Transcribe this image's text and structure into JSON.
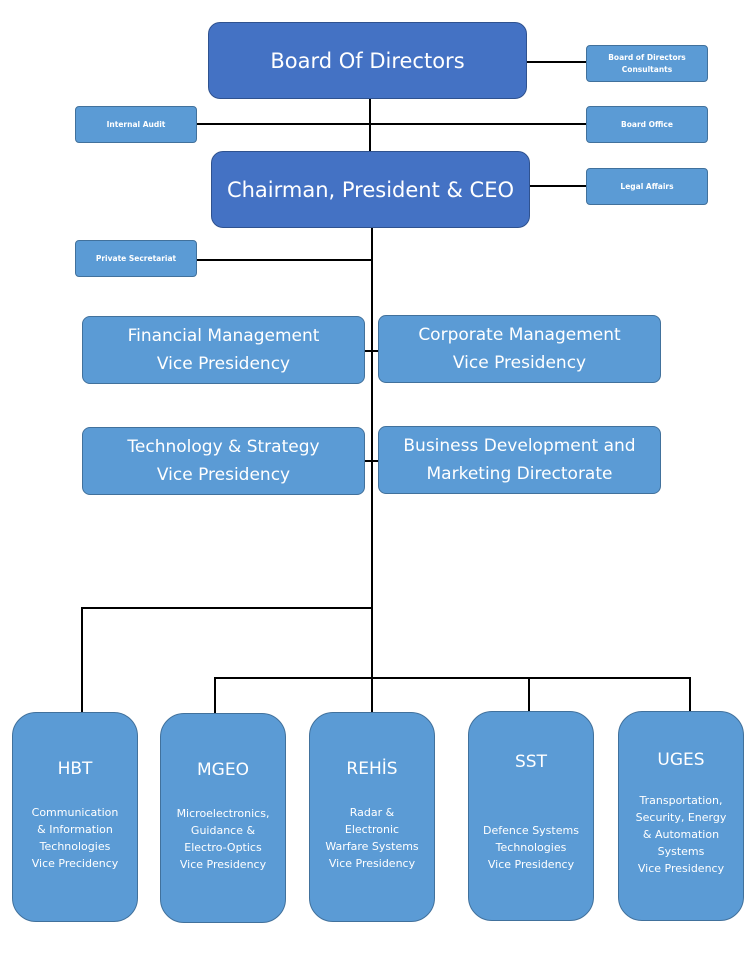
{
  "top": {
    "board": "Board Of Directors",
    "ceo": "Chairman, President & CEO"
  },
  "staff": {
    "board_consultants": [
      "Board of Directors",
      "Consultants"
    ],
    "board_office": "Board Office",
    "internal_audit": "Internal Audit",
    "legal_affairs": "Legal Affairs",
    "private_secretariat": "Private Secretariat"
  },
  "vp": {
    "financial": [
      "Financial Management",
      "Vice Presidency"
    ],
    "corporate": [
      "Corporate Management",
      "Vice Presidency"
    ],
    "technology": [
      "Technology & Strategy",
      "Vice Presidency"
    ],
    "business": [
      "Business Development and",
      "Marketing Directorate"
    ]
  },
  "units": [
    {
      "code": "HBT",
      "desc": [
        "Communication",
        "& Information",
        "Technologies",
        "Vice Precidency"
      ]
    },
    {
      "code": "MGEO",
      "desc": [
        "Microelectronics,",
        "Guidance &",
        "Electro-Optics",
        "Vice Presidency"
      ]
    },
    {
      "code": "REHİS",
      "desc": [
        "Radar &",
        "Electronic",
        "Warfare Systems",
        "Vice Presidency"
      ]
    },
    {
      "code": "SST",
      "desc": [
        "Defence Systems",
        "Technologies",
        "Vice Presidency"
      ]
    },
    {
      "code": "UGES",
      "desc": [
        "Transportation,",
        "Security, Energy",
        "& Automation",
        "Systems",
        "Vice Presidency"
      ]
    }
  ],
  "colors": {
    "dark_box": "#4472c4",
    "light_box": "#5b9bd5",
    "line": "#000000"
  }
}
